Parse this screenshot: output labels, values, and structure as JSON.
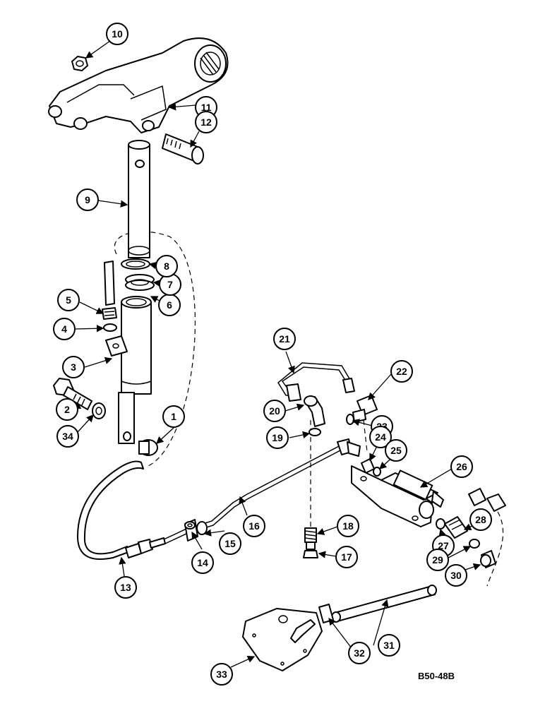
{
  "diagram_code": "B50-48B",
  "callouts": [
    "1",
    "2",
    "3",
    "4",
    "5",
    "6",
    "7",
    "8",
    "9",
    "10",
    "11",
    "12",
    "13",
    "14",
    "15",
    "16",
    "17",
    "18",
    "19",
    "20",
    "21",
    "22",
    "23",
    "24",
    "25",
    "26",
    "27",
    "28",
    "29",
    "30",
    "31",
    "32",
    "33",
    "34"
  ]
}
